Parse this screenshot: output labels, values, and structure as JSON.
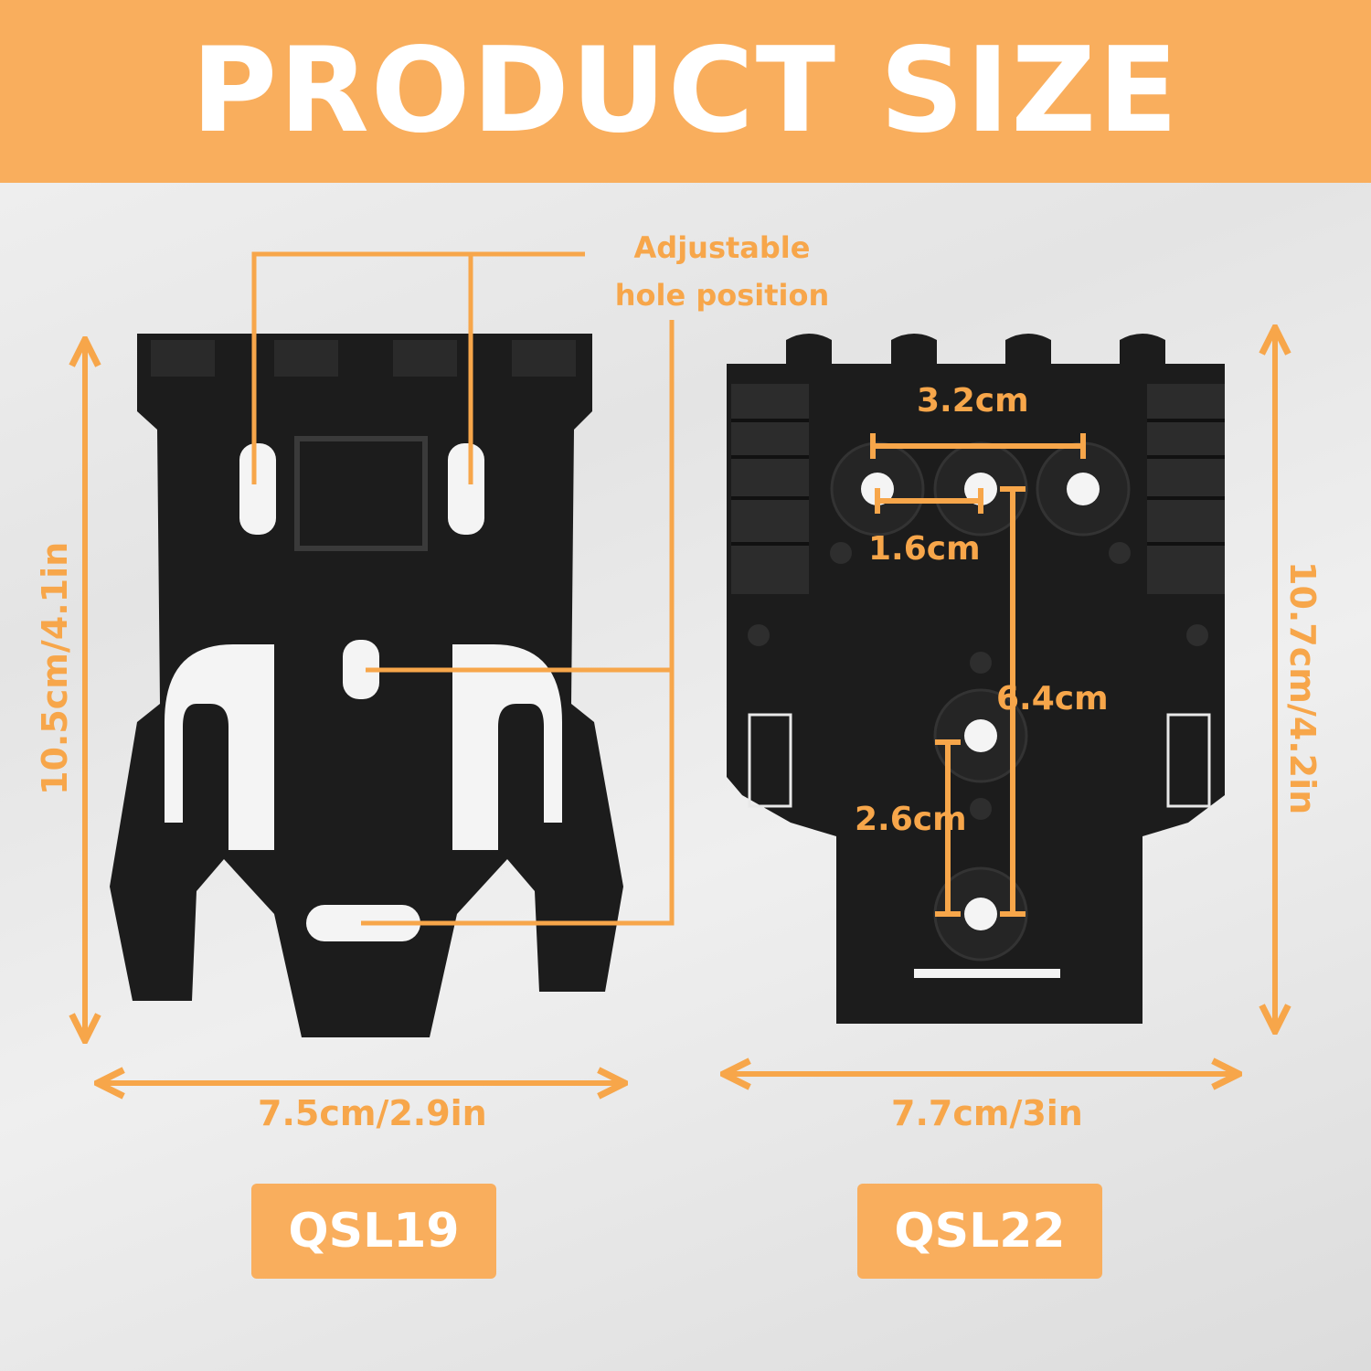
{
  "banner": {
    "title": "PRODUCT SIZE"
  },
  "callout": {
    "line1": "Adjustable",
    "line2": "hole position"
  },
  "qsl19": {
    "model": "QSL19",
    "height": "10.5cm/4.1in",
    "width": "7.5cm/2.9in"
  },
  "qsl22": {
    "model": "QSL22",
    "height": "10.7cm/4.2in",
    "width": "7.7cm/3in",
    "hole_span_wide": "3.2cm",
    "hole_span_narrow": "1.6cm",
    "vertical_span_long": "6.4cm",
    "vertical_span_short": "2.6cm"
  },
  "colors": {
    "accent": "#f9ae5d",
    "text_accent": "#f7a64a",
    "product": "#1c1c1c"
  }
}
